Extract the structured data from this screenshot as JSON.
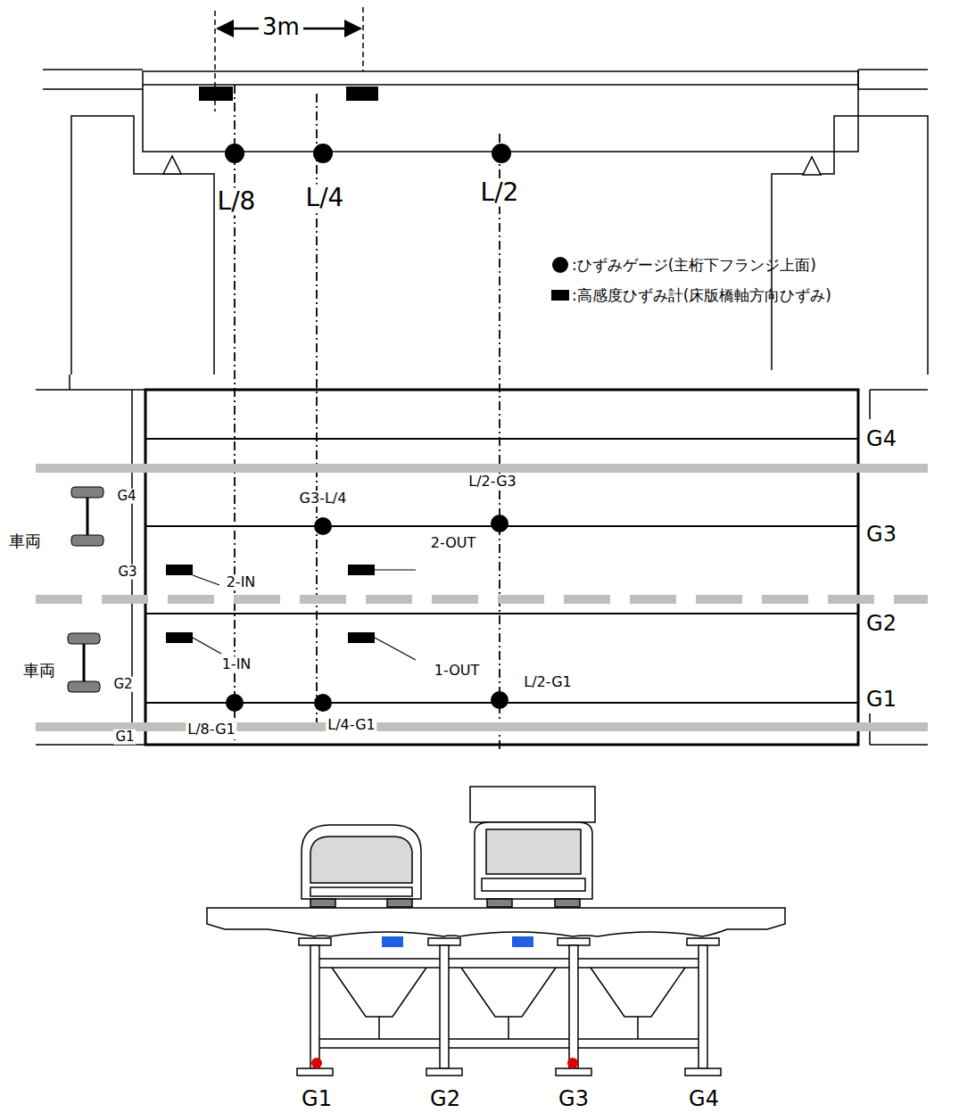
{
  "diagram": {
    "labels": [
      "3m",
      "L/8",
      "L/4",
      "L/2",
      "G4",
      "G4",
      "車両",
      "G3-L/4",
      "L/2-G3",
      "G3",
      "G3",
      "2-IN",
      "2-OUT",
      "G2",
      "車両",
      "1-IN",
      "1-OUT",
      "L/2-G1",
      "G2",
      "G1",
      "G1",
      "L/8-G1",
      "L/4-G1",
      "G1",
      "G2",
      "G3",
      "G4"
    ],
    "legend": [
      {
        "text": ":ひずみゲージ(主桁下フランジ上面)"
      },
      {
        "text": ":高感度ひずみ計(床版橋軸方向ひずみ)"
      }
    ]
  }
}
